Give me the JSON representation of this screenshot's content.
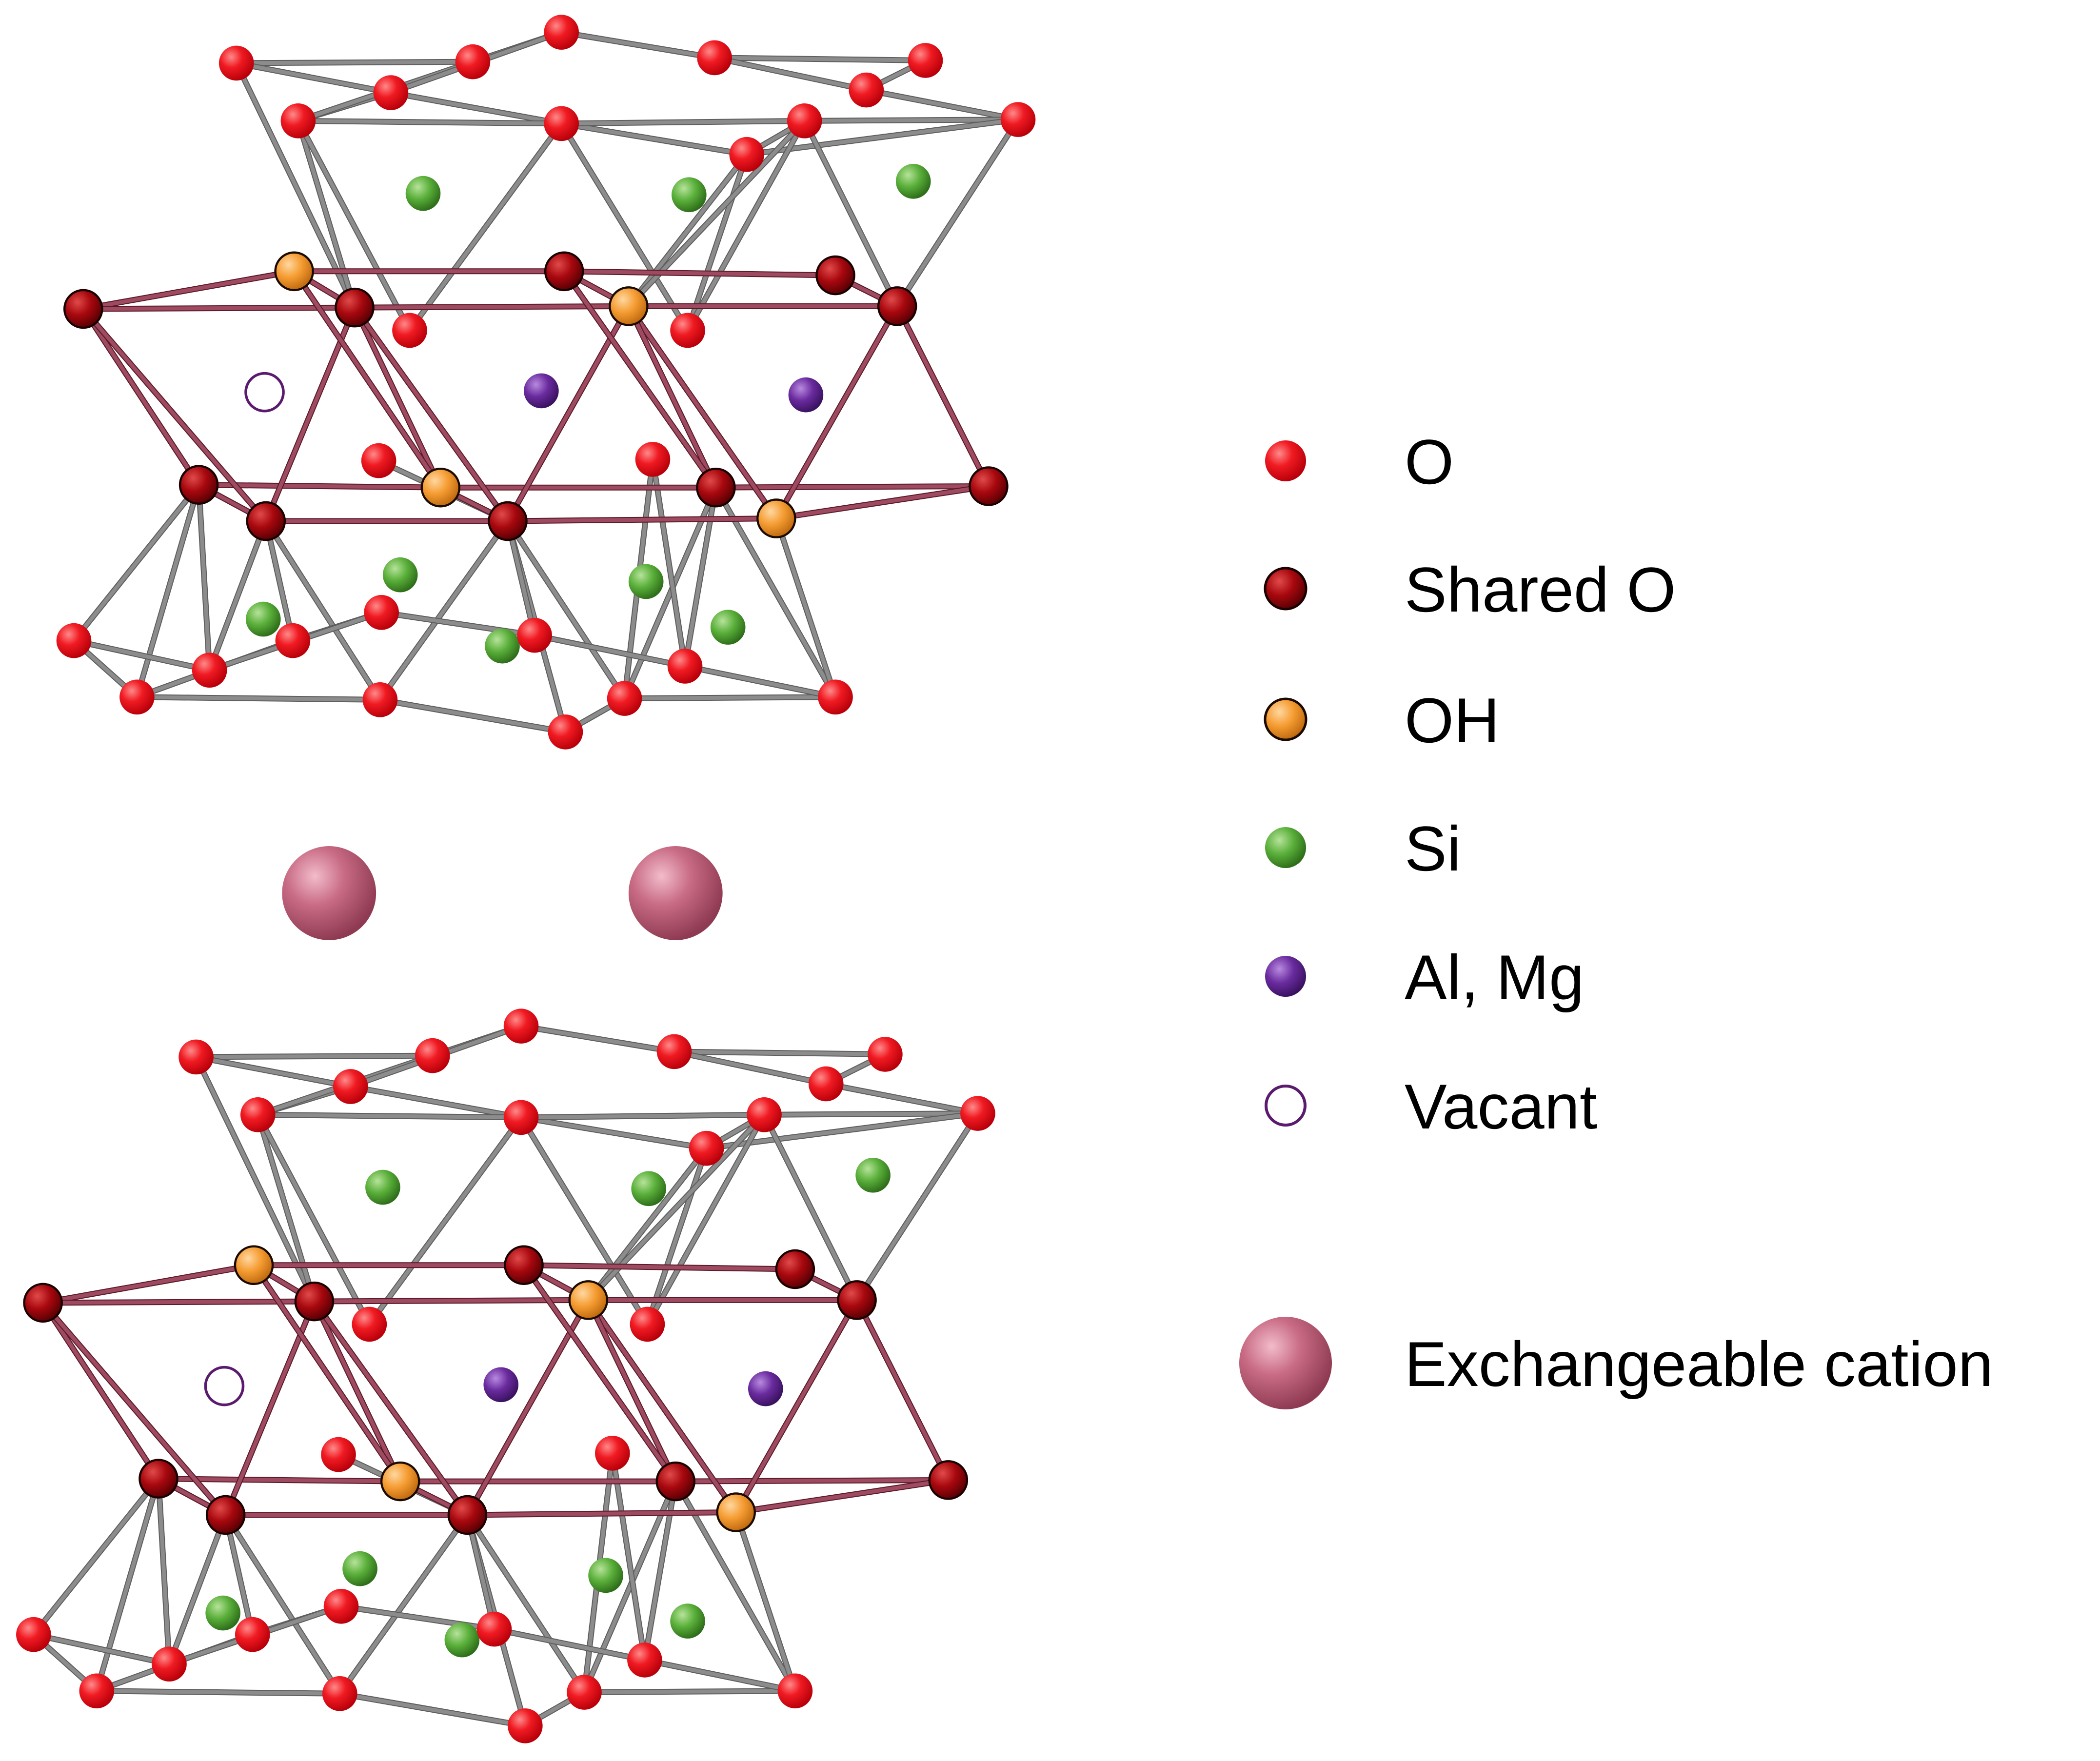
{
  "legend": {
    "items": [
      {
        "key": "O",
        "label": "O"
      },
      {
        "key": "shared_o",
        "label": "Shared O"
      },
      {
        "key": "oh",
        "label": "OH"
      },
      {
        "key": "si",
        "label": "Si"
      },
      {
        "key": "al_mg",
        "label": "Al, Mg"
      },
      {
        "key": "vacant",
        "label": "Vacant"
      },
      {
        "key": "cation",
        "label": "Exchangeable cation"
      }
    ]
  },
  "colors": {
    "oxygen": "#e8101a",
    "shared_oxygen": "#a0090f",
    "hydroxyl": "#f59c32",
    "silicon": "#4c9f2f",
    "al_mg": "#6a2b9e",
    "vacant_stroke": "#5a1a6e",
    "cation": "#c2627c",
    "tetrahedral_bond": "#8c8c8c",
    "octahedral_bond": "#9e4a60"
  }
}
